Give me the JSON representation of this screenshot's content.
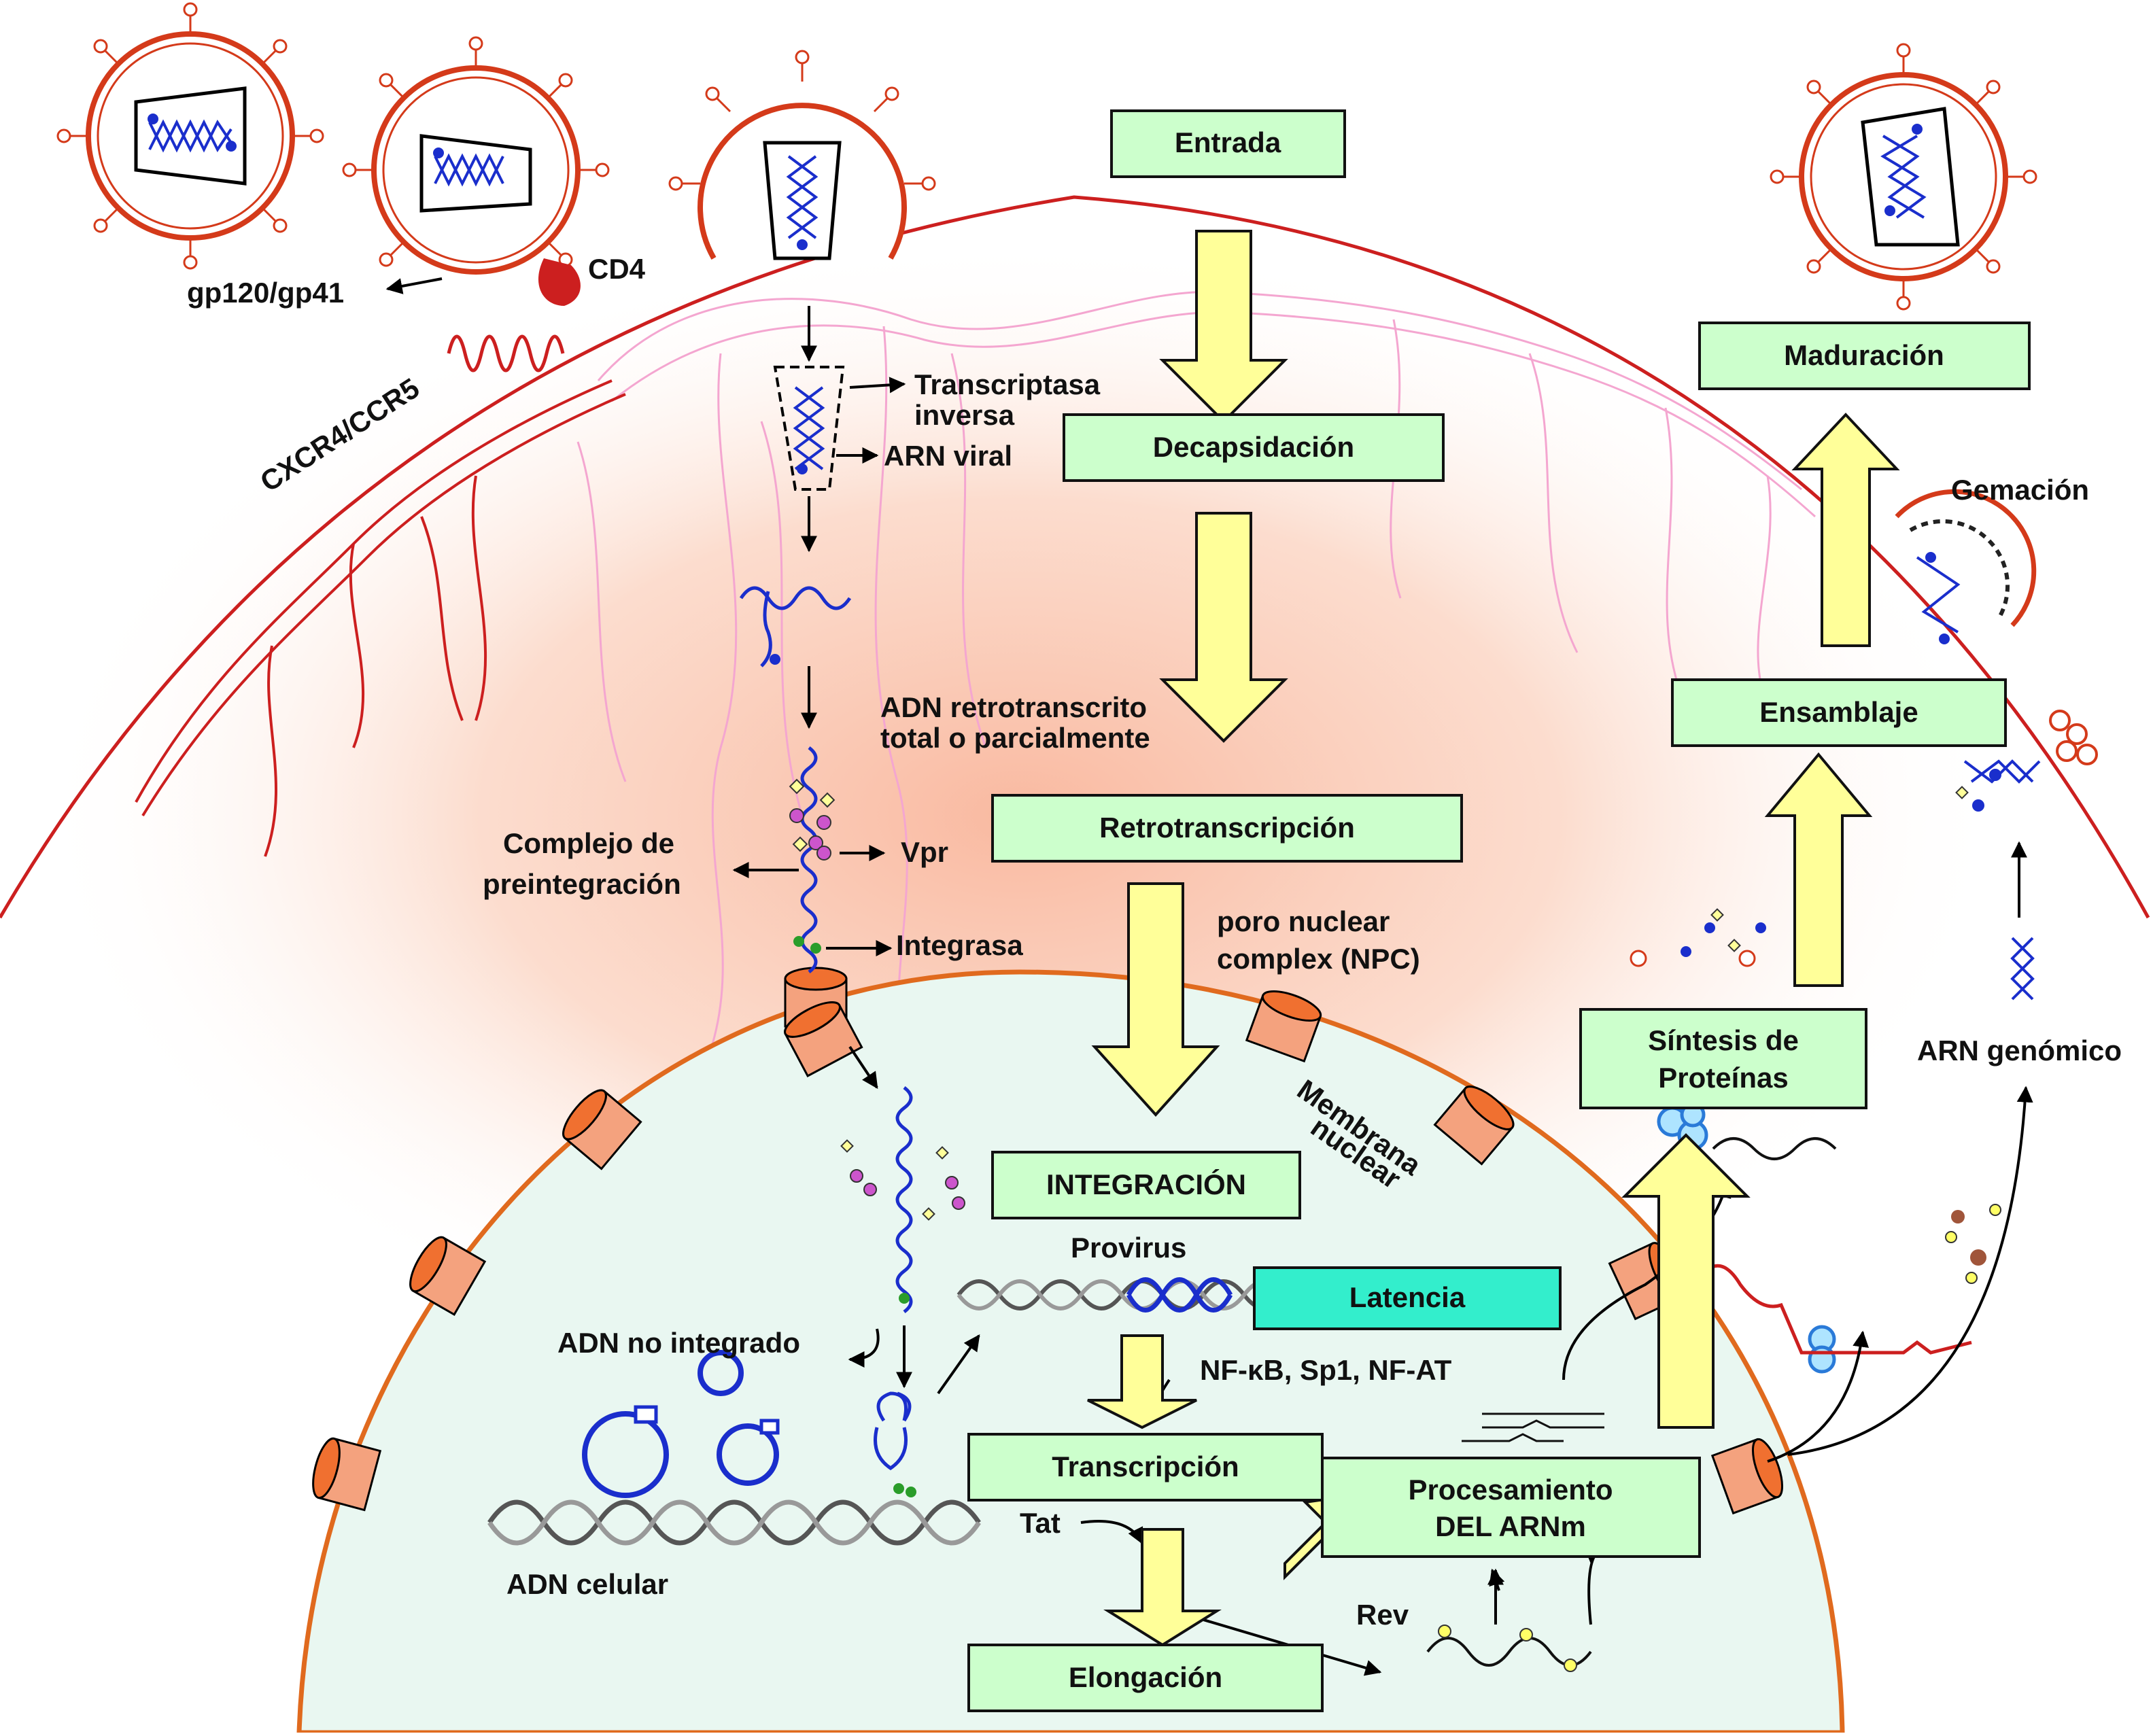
{
  "colors": {
    "cell_membrane": "#cc1f1f",
    "cytoplasm_glow": "#f9bfa6",
    "nucleus_fill": "#e9f7f1",
    "nuclear_membrane": "#e06a1e",
    "stage_box": "#ccffcc",
    "latency_box": "#33eecc",
    "flow_arrow": "#ffff99",
    "viral_rna": "#1a2ecc",
    "cytoskeleton": "#f4a6d0",
    "pore_fill": "#f4a27e",
    "pore_top": "#f07030"
  },
  "icons": [
    "hiv-virion-icon",
    "cd4-receptor-icon",
    "coreceptor-icon",
    "nuclear-pore-icon",
    "dna-helix-icon",
    "ribosome-icon",
    "circular-dna-icon"
  ],
  "stages": {
    "entrada": "Entrada",
    "decapsidacion": "Decapsidación",
    "retrotranscripcion": "Retrotranscripción",
    "integracion": "INTEGRACIÓN",
    "latencia": "Latencia",
    "transcripcion": "Transcripción",
    "elongacion": "Elongación",
    "procesamiento_1": "Procesamiento",
    "procesamiento_2": "DEL ARNm",
    "sintesis_1": "Síntesis de",
    "sintesis_2": "Proteínas",
    "ensamblaje": "Ensamblaje",
    "maduracion": "Maduración"
  },
  "labels": {
    "gp120": "gp120/gp41",
    "cd4": "CD4",
    "cxcr4": "CXCR4/CCR5",
    "transcriptasa_1": "Transcriptasa",
    "transcriptasa_2": "inversa",
    "arn_viral": "ARN viral",
    "adn_retro_1": "ADN retrotranscrito",
    "adn_retro_2": "total o parcialmente",
    "complejo_1": "Complejo de",
    "complejo_2": "preintegración",
    "vpr": "Vpr",
    "integrasa": "Integrasa",
    "poro_1": "poro nuclear",
    "poro_2": "complex (NPC)",
    "membrana_1": "Membrana",
    "membrana_2": "nuclear",
    "provirus": "Provirus",
    "adn_no_integrado": "ADN no integrado",
    "adn_celular": "ADN celular",
    "factores": "NF-κB, Sp1, NF-AT",
    "tat": "Tat",
    "rev": "Rev",
    "gemacion": "Gemación",
    "arn_genomico": "ARN genómico"
  }
}
